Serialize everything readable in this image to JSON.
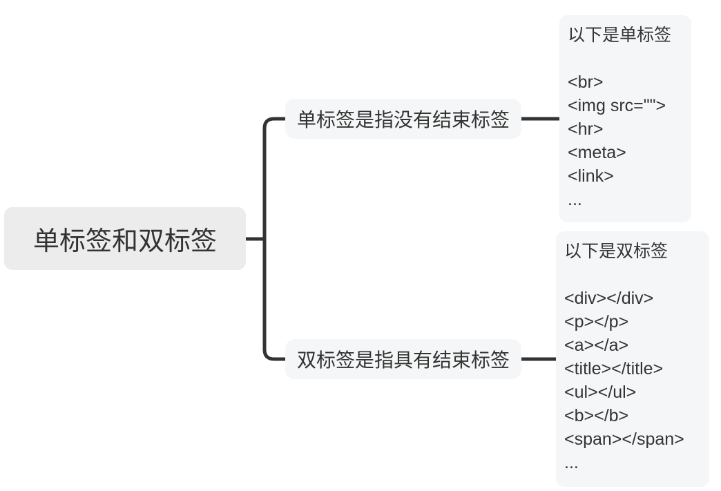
{
  "root": {
    "label": "单标签和双标签"
  },
  "branches": [
    {
      "node": "单标签是指没有结束标签",
      "detail": {
        "title": "以下是单标签",
        "items": [
          "<br>",
          "<img src=\"\">",
          "<hr>",
          "<meta>",
          "<link>",
          "..."
        ]
      }
    },
    {
      "node": "双标签是指具有结束标签",
      "detail": {
        "title": "以下是双标签",
        "items": [
          "<div></div>",
          "<p></p>",
          "<a></a>",
          "<title></title>",
          "<ul></ul>",
          "<b></b>",
          "<span></span>",
          "..."
        ]
      }
    }
  ],
  "colors": {
    "line": "#333333",
    "text": "#333333",
    "root_node_bg": "#ececec",
    "node_bg": "#f5f6f7",
    "canvas_bg": "#ffffff"
  }
}
